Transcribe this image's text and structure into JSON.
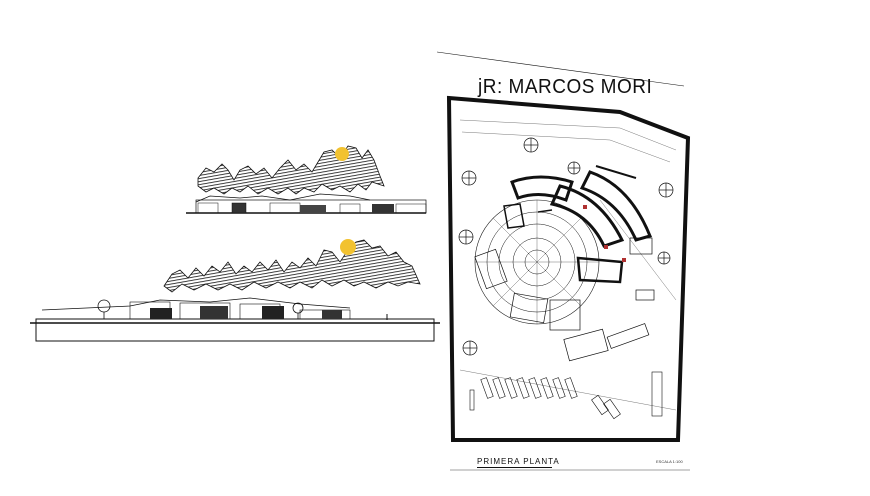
{
  "drawing": {
    "title": "jR: MARCOS MORI",
    "plan_caption": "PRIMERA PLANTA",
    "scale_note": "ESCALA 1:100"
  },
  "colors": {
    "ink": "#111111",
    "sun": "#f2c230",
    "paper": "#ffffff",
    "wall_hatch": "#222222",
    "accent_red": "#b03030"
  }
}
